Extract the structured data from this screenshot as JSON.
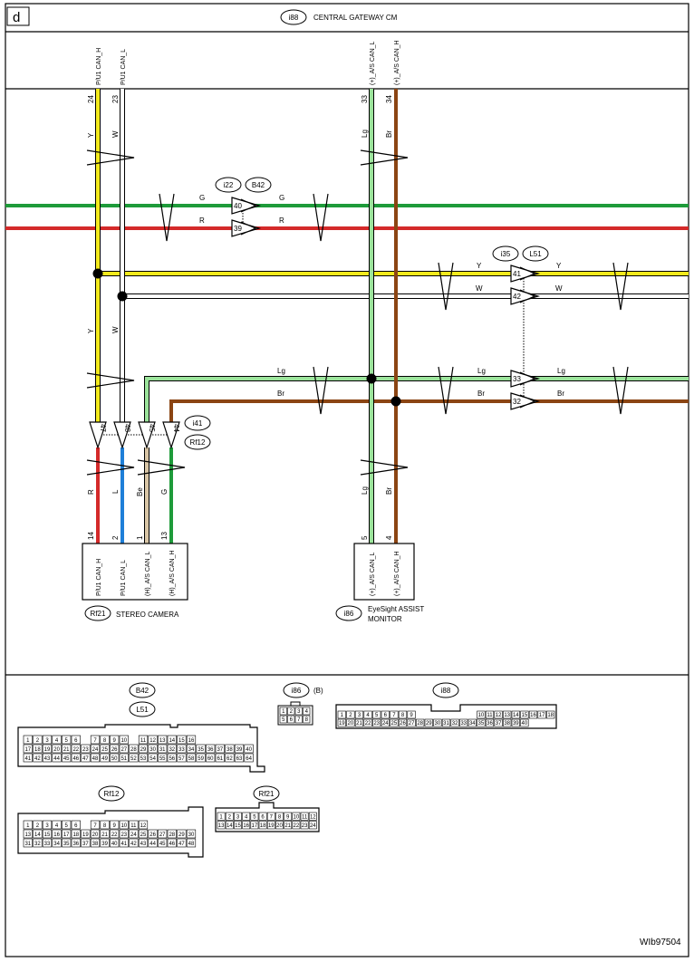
{
  "page_label": "d",
  "figure_code": "WIb97504",
  "gateway": {
    "code": "i88",
    "name": "CENTRAL GATEWAY CM"
  },
  "gateway_pins": [
    {
      "signal": "P/U1 CAN_H",
      "pin": "24",
      "wire": "Y"
    },
    {
      "signal": "P/U1 CAN_L",
      "pin": "23",
      "wire": "W"
    },
    {
      "signal": "(+)_A/S CAN_L",
      "pin": "33",
      "wire": "Lg"
    },
    {
      "signal": "(+)_A/S CAN_H",
      "pin": "34",
      "wire": "Br"
    }
  ],
  "colors": {
    "Y": "#f3ea1c",
    "W": "#ffffff",
    "Lg": "#9be39b",
    "Br": "#8b4513",
    "G": "#1e9b3a",
    "R": "#d42a2a",
    "L": "#1e7fd8",
    "Be": "#d9c6a6"
  },
  "connectors": {
    "i22_B42": {
      "a": "i22",
      "b": "B42",
      "pins": [
        "40",
        "39"
      ],
      "wires": [
        "G",
        "R"
      ]
    },
    "i35_L51": {
      "a": "i35",
      "b": "L51",
      "pins": [
        "41",
        "42",
        "33",
        "32"
      ],
      "wires": [
        "Y",
        "W",
        "Lg",
        "Br"
      ]
    },
    "i41_Rf12": {
      "a": "i41",
      "b": "Rf12",
      "pins": [
        "47",
        "48",
        "45",
        "44"
      ]
    }
  },
  "mid_wires": {
    "left": [
      "Y",
      "W"
    ],
    "right": [
      "Lg",
      "Br"
    ]
  },
  "camera_wires": [
    "R",
    "L",
    "Be",
    "G"
  ],
  "monitor_wires": [
    "Lg",
    "Br"
  ],
  "camera": {
    "code": "Rf21",
    "name": "STEREO CAMERA",
    "pins": [
      {
        "pin": "14",
        "signal": "P/U1 CAN_H"
      },
      {
        "pin": "2",
        "signal": "P/U1 CAN_L"
      },
      {
        "pin": "1",
        "signal": "(H)_A/S CAN_L"
      },
      {
        "pin": "13",
        "signal": "(H)_A/S CAN_H"
      }
    ]
  },
  "monitor": {
    "code": "i86",
    "name_line1": "EyeSight ASSIST",
    "name_line2": "MONITOR",
    "pins": [
      {
        "pin": "5",
        "signal": "(+)_A/S CAN_L"
      },
      {
        "pin": "4",
        "signal": "(+)_A/S CAN_H"
      }
    ]
  },
  "views": {
    "B42": "B42",
    "L51": "L51",
    "i86": "i86",
    "i86_suffix": "(B)",
    "i88": "i88",
    "Rf12": "Rf12",
    "Rf21": "Rf21"
  },
  "pinout_b42": {
    "rows": [
      [
        "1",
        "2",
        "3",
        "4",
        "5",
        "6",
        "",
        "7",
        "8",
        "9",
        "10",
        "",
        "11",
        "12",
        "13",
        "14",
        "15",
        "16"
      ],
      [
        "17",
        "18",
        "19",
        "20",
        "21",
        "22",
        "23",
        "24",
        "25",
        "26",
        "27",
        "28",
        "29",
        "30",
        "31",
        "32",
        "33",
        "34",
        "35",
        "36",
        "37",
        "38",
        "39",
        "40"
      ],
      [
        "41",
        "42",
        "43",
        "44",
        "45",
        "46",
        "47",
        "48",
        "49",
        "50",
        "51",
        "52",
        "53",
        "54",
        "55",
        "56",
        "57",
        "58",
        "59",
        "60",
        "61",
        "62",
        "63",
        "64"
      ]
    ]
  },
  "pinout_i86": {
    "rows": [
      [
        "1",
        "2",
        "3",
        "4"
      ],
      [
        "5",
        "6",
        "7",
        "8"
      ]
    ]
  },
  "pinout_i88": {
    "rows": [
      [
        "1",
        "2",
        "3",
        "4",
        "5",
        "6",
        "7",
        "8",
        "9",
        "",
        "",
        "",
        "",
        "",
        "",
        "",
        "10",
        "11",
        "12",
        "13",
        "14",
        "15",
        "16",
        "17",
        "18"
      ],
      [
        "19",
        "20",
        "21",
        "22",
        "23",
        "24",
        "25",
        "26",
        "27",
        "28",
        "29",
        "30",
        "31",
        "32",
        "33",
        "34",
        "35",
        "36",
        "37",
        "38",
        "39",
        "40"
      ]
    ]
  },
  "pinout_rf12": {
    "rows": [
      [
        "1",
        "2",
        "3",
        "4",
        "5",
        "6",
        "",
        "7",
        "8",
        "9",
        "10",
        "11",
        "12"
      ],
      [
        "13",
        "14",
        "15",
        "16",
        "17",
        "18",
        "19",
        "20",
        "21",
        "22",
        "23",
        "24",
        "25",
        "26",
        "27",
        "28",
        "29",
        "30"
      ],
      [
        "31",
        "32",
        "33",
        "34",
        "35",
        "36",
        "37",
        "38",
        "39",
        "40",
        "41",
        "42",
        "43",
        "44",
        "45",
        "46",
        "47",
        "48"
      ]
    ]
  },
  "pinout_rf21": {
    "rows": [
      [
        "1",
        "2",
        "3",
        "4",
        "5",
        "6",
        "7",
        "8",
        "9",
        "10",
        "11",
        "12"
      ],
      [
        "13",
        "14",
        "15",
        "16",
        "17",
        "18",
        "19",
        "20",
        "21",
        "22",
        "23",
        "24"
      ]
    ]
  }
}
